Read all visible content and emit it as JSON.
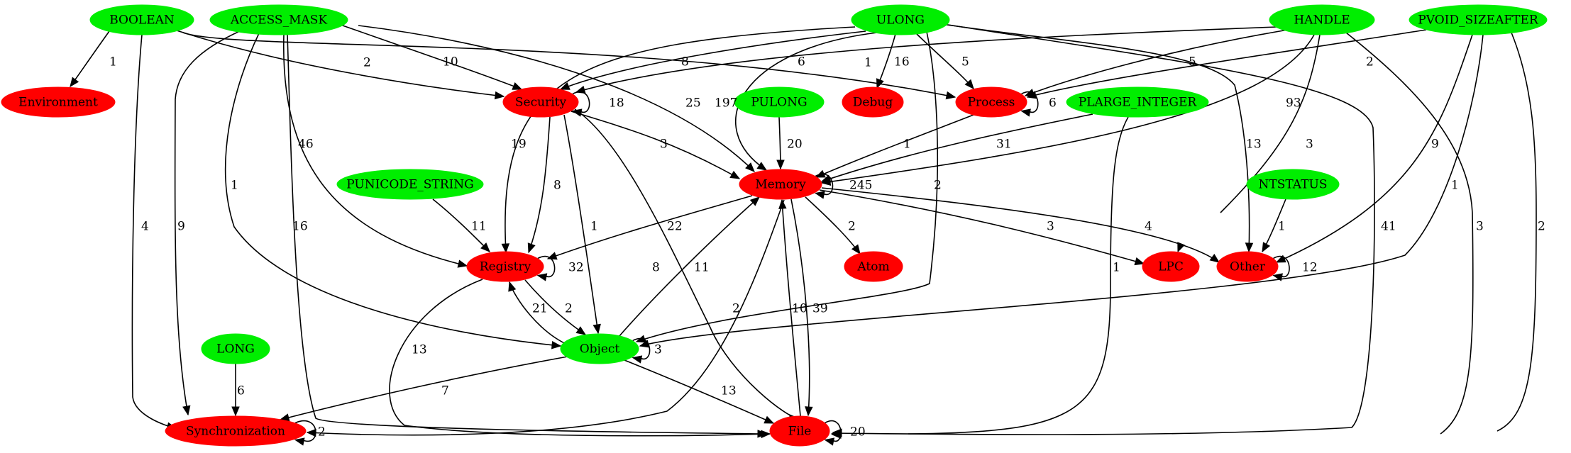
{
  "graph": {
    "colors": {
      "type_node": "#00ee00",
      "category_node": "#ff0000",
      "edge": "#000000"
    },
    "nodes": [
      {
        "id": "BOOLEAN",
        "label": "BOOLEAN",
        "kind": "type"
      },
      {
        "id": "ACCESS_MASK",
        "label": "ACCESS_MASK",
        "kind": "type"
      },
      {
        "id": "ULONG",
        "label": "ULONG",
        "kind": "type"
      },
      {
        "id": "HANDLE",
        "label": "HANDLE",
        "kind": "type"
      },
      {
        "id": "PVOID_SIZEAFTER",
        "label": "PVOID_SIZEAFTER",
        "kind": "type"
      },
      {
        "id": "Environment",
        "label": "Environment",
        "kind": "category"
      },
      {
        "id": "Security",
        "label": "Security",
        "kind": "category"
      },
      {
        "id": "PULONG",
        "label": "PULONG",
        "kind": "type"
      },
      {
        "id": "Debug",
        "label": "Debug",
        "kind": "category"
      },
      {
        "id": "Process",
        "label": "Process",
        "kind": "category"
      },
      {
        "id": "PLARGE_INTEGER",
        "label": "PLARGE_INTEGER",
        "kind": "type"
      },
      {
        "id": "PUNICODE_STRING",
        "label": "PUNICODE_STRING",
        "kind": "type"
      },
      {
        "id": "Memory",
        "label": "Memory",
        "kind": "category"
      },
      {
        "id": "NTSTATUS",
        "label": "NTSTATUS",
        "kind": "type"
      },
      {
        "id": "Registry",
        "label": "Registry",
        "kind": "category"
      },
      {
        "id": "Atom",
        "label": "Atom",
        "kind": "category"
      },
      {
        "id": "LPC",
        "label": "LPC",
        "kind": "category"
      },
      {
        "id": "Other",
        "label": "Other",
        "kind": "category"
      },
      {
        "id": "LONG",
        "label": "LONG",
        "kind": "type"
      },
      {
        "id": "Object",
        "label": "Object",
        "kind": "type"
      },
      {
        "id": "Synchronization",
        "label": "Synchronization",
        "kind": "category"
      },
      {
        "id": "File",
        "label": "File",
        "kind": "category"
      }
    ],
    "edges": [
      {
        "from": "BOOLEAN",
        "to": "Environment",
        "label": "1"
      },
      {
        "from": "BOOLEAN",
        "to": "Security",
        "label": "2"
      },
      {
        "from": "BOOLEAN",
        "to": "Process",
        "label": "1"
      },
      {
        "from": "BOOLEAN",
        "to": "Synchronization",
        "label": "4"
      },
      {
        "from": "ACCESS_MASK",
        "to": "Security",
        "label": "10"
      },
      {
        "from": "ACCESS_MASK",
        "to": "Memory",
        "label": "25"
      },
      {
        "from": "ACCESS_MASK",
        "to": "Registry",
        "label": "46"
      },
      {
        "from": "ACCESS_MASK",
        "to": "Object",
        "label": "1"
      },
      {
        "from": "ACCESS_MASK",
        "to": "Synchronization",
        "label": "9"
      },
      {
        "from": "ACCESS_MASK",
        "to": "File",
        "label": "16"
      },
      {
        "from": "ULONG",
        "to": "Security",
        "label": "8"
      },
      {
        "from": "ULONG",
        "to": "Debug",
        "label": "16"
      },
      {
        "from": "ULONG",
        "to": "Process",
        "label": "5"
      },
      {
        "from": "ULONG",
        "to": "Memory",
        "label": "197"
      },
      {
        "from": "ULONG",
        "to": "Registry",
        "label": "19"
      },
      {
        "from": "ULONG",
        "to": "Object",
        "label": "2"
      },
      {
        "from": "ULONG",
        "to": "Other",
        "label": "13"
      },
      {
        "from": "ULONG",
        "to": "File",
        "label": "41"
      },
      {
        "from": "HANDLE",
        "to": "Security",
        "label": "6"
      },
      {
        "from": "HANDLE",
        "to": "Process",
        "label": "5"
      },
      {
        "from": "HANDLE",
        "to": "Memory",
        "label": "93"
      },
      {
        "from": "HANDLE",
        "to": "LPC",
        "label": "3"
      },
      {
        "from": "HANDLE",
        "to": "File",
        "label": "3"
      },
      {
        "from": "PVOID_SIZEAFTER",
        "to": "Process",
        "label": "2"
      },
      {
        "from": "PVOID_SIZEAFTER",
        "to": "Other",
        "label": "9"
      },
      {
        "from": "PVOID_SIZEAFTER",
        "to": "Object",
        "label": "1"
      },
      {
        "from": "PVOID_SIZEAFTER",
        "to": "File",
        "label": "2"
      },
      {
        "from": "Security",
        "to": "Security",
        "label": "18"
      },
      {
        "from": "Security",
        "to": "Memory",
        "label": "3"
      },
      {
        "from": "Security",
        "to": "Registry",
        "label": "8"
      },
      {
        "from": "Security",
        "to": "Object",
        "label": "1"
      },
      {
        "from": "Security",
        "to": "File",
        "label": "8"
      },
      {
        "from": "PULONG",
        "to": "Memory",
        "label": "20"
      },
      {
        "from": "Process",
        "to": "Process",
        "label": "6"
      },
      {
        "from": "Process",
        "to": "Memory",
        "label": "1"
      },
      {
        "from": "PLARGE_INTEGER",
        "to": "Memory",
        "label": "31"
      },
      {
        "from": "PLARGE_INTEGER",
        "to": "File",
        "label": "1"
      },
      {
        "from": "PUNICODE_STRING",
        "to": "Registry",
        "label": "11"
      },
      {
        "from": "Memory",
        "to": "Memory",
        "label": "245"
      },
      {
        "from": "Memory",
        "to": "Registry",
        "label": "22"
      },
      {
        "from": "Memory",
        "to": "Atom",
        "label": "2"
      },
      {
        "from": "Memory",
        "to": "LPC",
        "label": "3"
      },
      {
        "from": "Memory",
        "to": "Other",
        "label": "4"
      },
      {
        "from": "Memory",
        "to": "Synchronization",
        "label": "2"
      },
      {
        "from": "Memory",
        "to": "File",
        "label": "39"
      },
      {
        "from": "NTSTATUS",
        "to": "Other",
        "label": "1"
      },
      {
        "from": "Registry",
        "to": "Registry",
        "label": "32"
      },
      {
        "from": "Registry",
        "to": "Object",
        "label": "2"
      },
      {
        "from": "Registry",
        "to": "File",
        "label": "13"
      },
      {
        "from": "Other",
        "to": "Other",
        "label": "12"
      },
      {
        "from": "LONG",
        "to": "Synchronization",
        "label": "6"
      },
      {
        "from": "Object",
        "to": "Object",
        "label": "3"
      },
      {
        "from": "Object",
        "to": "Registry",
        "label": "21"
      },
      {
        "from": "Object",
        "to": "Memory",
        "label": "11"
      },
      {
        "from": "Object",
        "to": "Synchronization",
        "label": "7"
      },
      {
        "from": "Object",
        "to": "File",
        "label": "13"
      },
      {
        "from": "Synchronization",
        "to": "Synchronization",
        "label": "2"
      },
      {
        "from": "File",
        "to": "File",
        "label": "20"
      },
      {
        "from": "File",
        "to": "Memory",
        "label": "10"
      }
    ]
  }
}
